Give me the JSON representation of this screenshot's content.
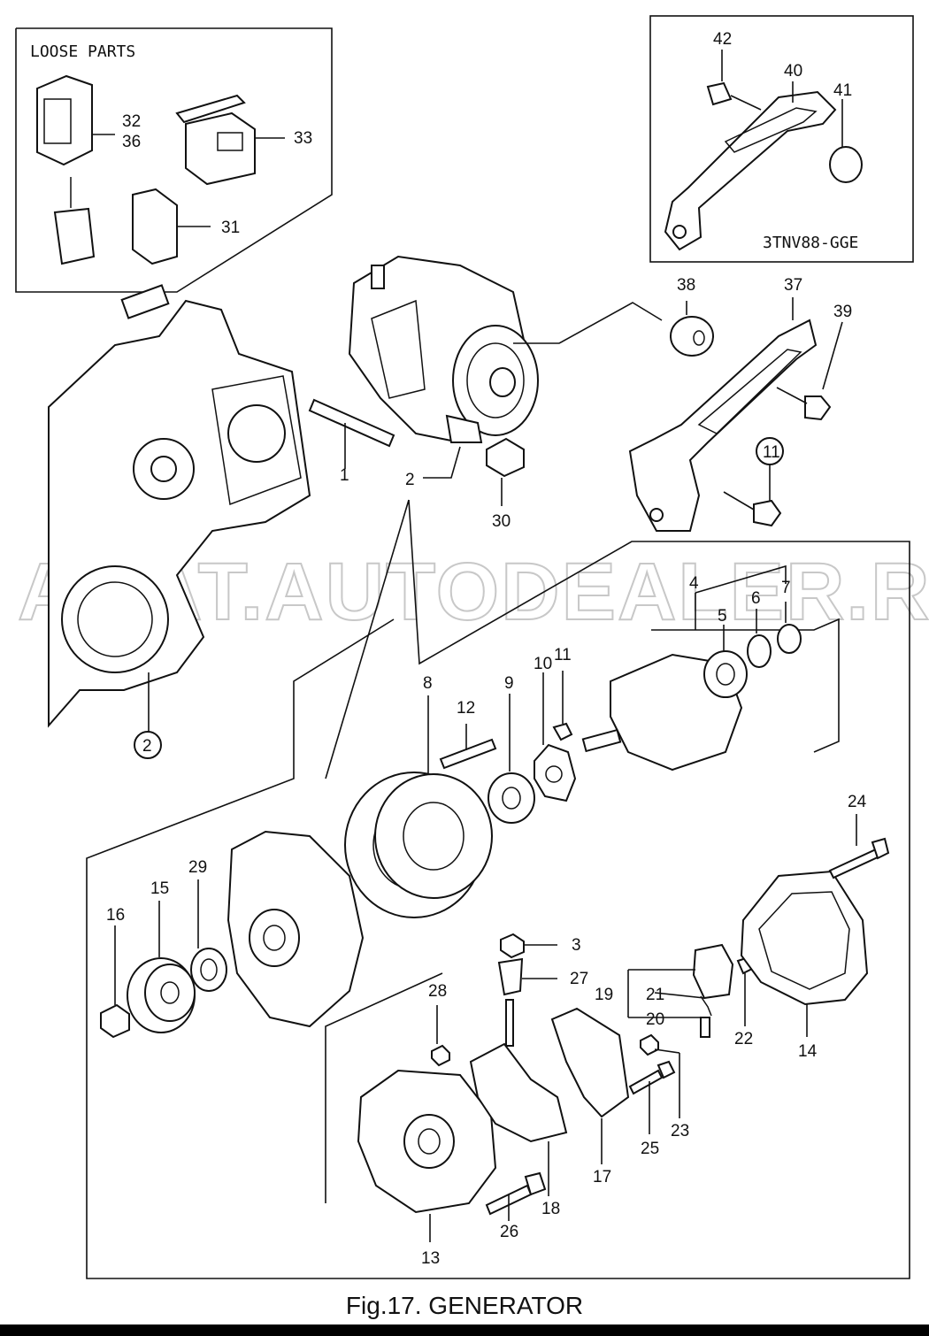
{
  "loose_parts_title": "LOOSE PARTS",
  "variant_label": "3TNV88-GGE",
  "watermark": "AGAT.AUTODEALER.RU",
  "caption": "Fig.17.  GENERATOR",
  "callouts": {
    "c1": "1",
    "c2": "2",
    "c2b": "2",
    "c3": "3",
    "c4": "4",
    "c5": "5",
    "c6": "6",
    "c7": "7",
    "c8": "8",
    "c9": "9",
    "c10": "10",
    "c11": "11",
    "c11b": "11",
    "c12": "12",
    "c13": "13",
    "c14": "14",
    "c15": "15",
    "c16": "16",
    "c17": "17",
    "c18": "18",
    "c19": "19",
    "c20": "20",
    "c21": "21",
    "c22": "22",
    "c23": "23",
    "c24": "24",
    "c25": "25",
    "c26": "26",
    "c27": "27",
    "c28": "28",
    "c29": "29",
    "c30": "30",
    "c31": "31",
    "c32": "32",
    "c33": "33",
    "c36": "36",
    "c37": "37",
    "c38": "38",
    "c39": "39",
    "c40": "40",
    "c41": "41",
    "c42": "42"
  }
}
